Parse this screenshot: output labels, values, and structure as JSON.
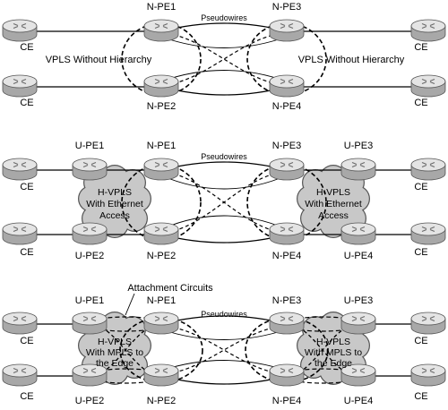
{
  "panels": [
    {
      "left_core_label": "VPLS Without Hierarchy",
      "right_core_label": "VPLS Without Hierarchy",
      "pseudowires_label": "Pseudowires",
      "nodes": {
        "ce_tl": "CE",
        "ce_bl": "CE",
        "ce_tr": "CE",
        "ce_br": "CE",
        "npe1": "N-PE1",
        "npe2": "N-PE2",
        "npe3": "N-PE3",
        "npe4": "N-PE4"
      }
    },
    {
      "pseudowires_label": "Pseudowires",
      "left_cloud_lines": [
        "H-VPLS",
        "With Ethernet",
        "Access"
      ],
      "right_cloud_lines": [
        "H-VPLS",
        "With Ethernet",
        "Access"
      ],
      "nodes": {
        "ce_tl": "CE",
        "ce_bl": "CE",
        "ce_tr": "CE",
        "ce_br": "CE",
        "upe1": "U-PE1",
        "upe2": "U-PE2",
        "upe3": "U-PE3",
        "upe4": "U-PE4",
        "npe1": "N-PE1",
        "npe2": "N-PE2",
        "npe3": "N-PE3",
        "npe4": "N-PE4"
      }
    },
    {
      "attachment_label": "Attachment Circuits",
      "pseudowires_label": "Pseudowires",
      "left_cloud_lines": [
        "H-VPLS",
        "With MPLS to",
        "the Edge"
      ],
      "right_cloud_lines": [
        "H-VPLS",
        "With MPLS to",
        "the Edge"
      ],
      "nodes": {
        "ce_tl": "CE",
        "ce_bl": "CE",
        "ce_tr": "CE",
        "ce_br": "CE",
        "upe1": "U-PE1",
        "upe2": "U-PE2",
        "upe3": "U-PE3",
        "upe4": "U-PE4",
        "npe1": "N-PE1",
        "npe2": "N-PE2",
        "npe3": "N-PE3",
        "npe4": "N-PE4"
      }
    }
  ],
  "colors": {
    "router_top": "#e4e4e4",
    "router_side": "#a8a8a8",
    "router_outline": "#555555",
    "cloud_fill": "#c8c8c8",
    "line": "#000000"
  }
}
